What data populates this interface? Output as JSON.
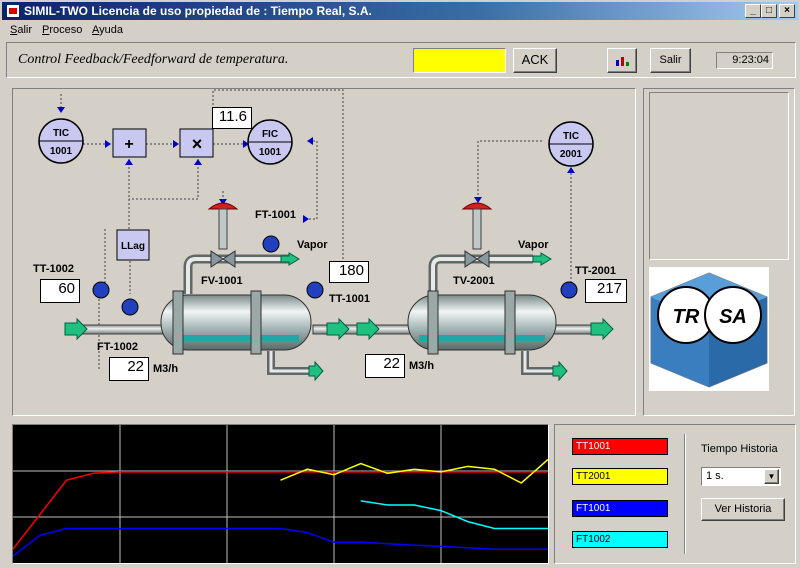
{
  "window": {
    "title": "SIMIL-TWO Licencia de uso propiedad de : Tiempo Real, S.A."
  },
  "menu": [
    {
      "label": "Salir"
    },
    {
      "label": "Proceso"
    },
    {
      "label": "Ayuda"
    }
  ],
  "toolbar": {
    "heading": "Control Feedback/Feedforward de temperatura.",
    "ack_label": "ACK",
    "salir_label": "Salir",
    "clock": "9:23:04",
    "alarm_color": "#ffff00"
  },
  "diagram": {
    "tic1001": {
      "top": "TIC",
      "bottom": "1001"
    },
    "fic1001": {
      "top": "FIC",
      "bottom": "1001"
    },
    "tic2001": {
      "top": "TIC",
      "bottom": "2001"
    },
    "sum_label": "+",
    "mult_label": "×",
    "llag_label": "LLag",
    "mult_value": "11.6",
    "tt1002_label": "TT-1002",
    "tt1002_value": "60",
    "ft1002_label": "FT-1002",
    "ft1002_value": "22",
    "ft1002_unit": "M3/h",
    "fv1001_label": "FV-1001",
    "ft1001_label": "FT-1001",
    "vapor1_label": "Vapor",
    "tt1001_label": "TT-1001",
    "tt1001_value": "180",
    "flow2_value": "22",
    "flow2_unit": "M3/h",
    "tv2001_label": "TV-2001",
    "vapor2_label": "Vapor",
    "tt2001_label": "TT-2001",
    "tt2001_value": "217"
  },
  "logo": {
    "left": "TR",
    "right": "SA"
  },
  "legend": [
    {
      "label": "TT1001",
      "color": "#ff0000",
      "text_color": "#ffffff"
    },
    {
      "label": "TT2001",
      "color": "#ffff00",
      "text_color": "#000000"
    },
    {
      "label": "FT1001",
      "color": "#0000ff",
      "text_color": "#ffffff"
    },
    {
      "label": "FT1002",
      "color": "#00ffff",
      "text_color": "#000000"
    }
  ],
  "history": {
    "title": "Tiempo Historia",
    "selected": "1 s.",
    "button_label": "Ver Historia"
  },
  "chart_data": {
    "type": "line",
    "x": [
      0,
      5,
      10,
      15,
      20,
      25,
      30,
      35,
      40,
      45,
      50,
      55,
      60,
      65,
      70,
      75,
      80,
      85,
      90,
      95,
      100
    ],
    "xlim": [
      0,
      100
    ],
    "ylim": [
      0,
      100
    ],
    "grid": true,
    "series": [
      {
        "name": "TT1001",
        "color": "#ff0000",
        "values": [
          10,
          35,
          60,
          65,
          66,
          66,
          66,
          66,
          66,
          66,
          66,
          66,
          66,
          66,
          66,
          66,
          66,
          66,
          66,
          66,
          66
        ]
      },
      {
        "name": "TT2001",
        "color": "#ffff00",
        "values": [
          null,
          null,
          null,
          null,
          null,
          null,
          null,
          null,
          null,
          null,
          60,
          68,
          64,
          72,
          65,
          68,
          66,
          70,
          68,
          58,
          75
        ]
      },
      {
        "name": "FT1001",
        "color": "#0000ff",
        "values": [
          5,
          20,
          25,
          25,
          25,
          25,
          25,
          25,
          25,
          25,
          25,
          22,
          15,
          15,
          14,
          13,
          12,
          11,
          10,
          10,
          10
        ]
      },
      {
        "name": "FT1002",
        "color": "#00ffff",
        "values": [
          null,
          null,
          null,
          null,
          null,
          null,
          null,
          null,
          null,
          null,
          null,
          null,
          null,
          45,
          42,
          42,
          38,
          30,
          25,
          25,
          25
        ]
      }
    ]
  }
}
